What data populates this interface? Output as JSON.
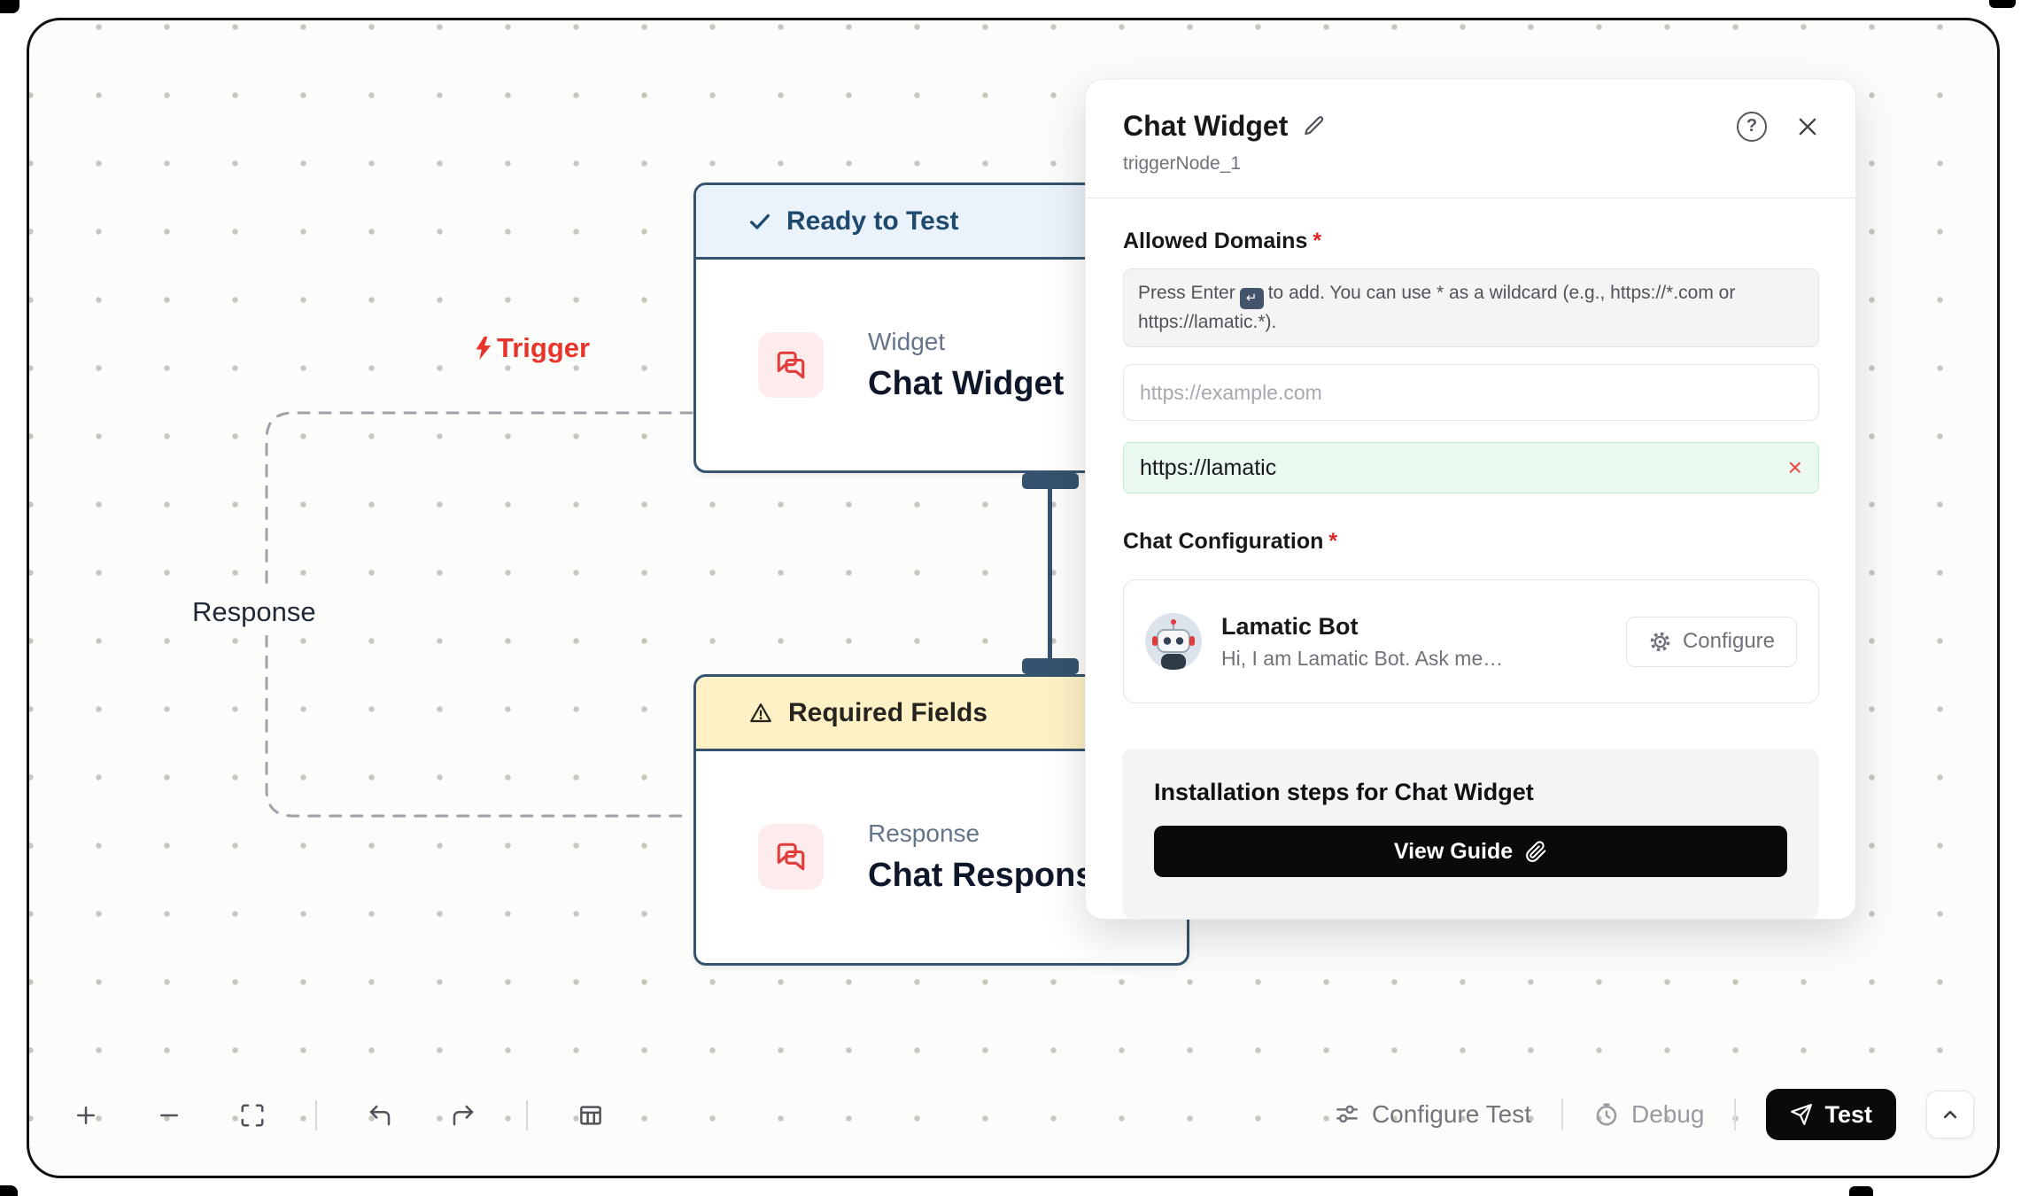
{
  "colors": {
    "canvas_border": "#101010",
    "node_border": "#35536e",
    "ready_header_bg": "#eaf2fb",
    "ready_header_text": "#1f4a6e",
    "warning_header_bg": "#fdf1c5",
    "trigger_red": "#e8352c",
    "node_icon_red": "#e23b3b",
    "chip_bg": "#e9f9ef",
    "accent_black": "#0a0a0a"
  },
  "canvas": {
    "edge_labels": {
      "trigger": "Trigger",
      "response": "Response"
    },
    "nodes": [
      {
        "status": "Ready to Test",
        "status_icon": "check-icon",
        "type": "Widget",
        "title": "Chat Widget",
        "icon": "chat-bubbles-icon"
      },
      {
        "status": "Required Fields",
        "status_icon": "warning-icon",
        "type": "Response",
        "title": "Chat Response",
        "icon": "chat-bubbles-icon"
      }
    ]
  },
  "panel": {
    "title": "Chat Widget",
    "node_id": "triggerNode_1",
    "help_glyph": "?",
    "required_marker": "*",
    "allowed_domains": {
      "label": "Allowed Domains",
      "hint_before": "Press Enter",
      "enter_key_glyph": "↵",
      "hint_after": "to add. You can use * as a wildcard (e.g., https://*.com or https://lamatic.*).",
      "input_placeholder": "https://example.com",
      "chips": [
        {
          "value": "https://lamatic",
          "remove_glyph": "×"
        }
      ]
    },
    "chat_configuration": {
      "label": "Chat Configuration",
      "bot_name": "Lamatic Bot",
      "bot_description": "Hi, I am Lamatic Bot. Ask me…",
      "configure_label": "Configure"
    },
    "installation": {
      "heading": "Installation steps for Chat Widget",
      "button_label": "View Guide"
    }
  },
  "toolbar": {
    "icons": [
      "zoom-in",
      "zoom-out",
      "fit-view",
      "undo",
      "redo",
      "data-table"
    ]
  },
  "footer": {
    "configure_test_label": "Configure Test",
    "debug_label": "Debug",
    "test_label": "Test"
  }
}
